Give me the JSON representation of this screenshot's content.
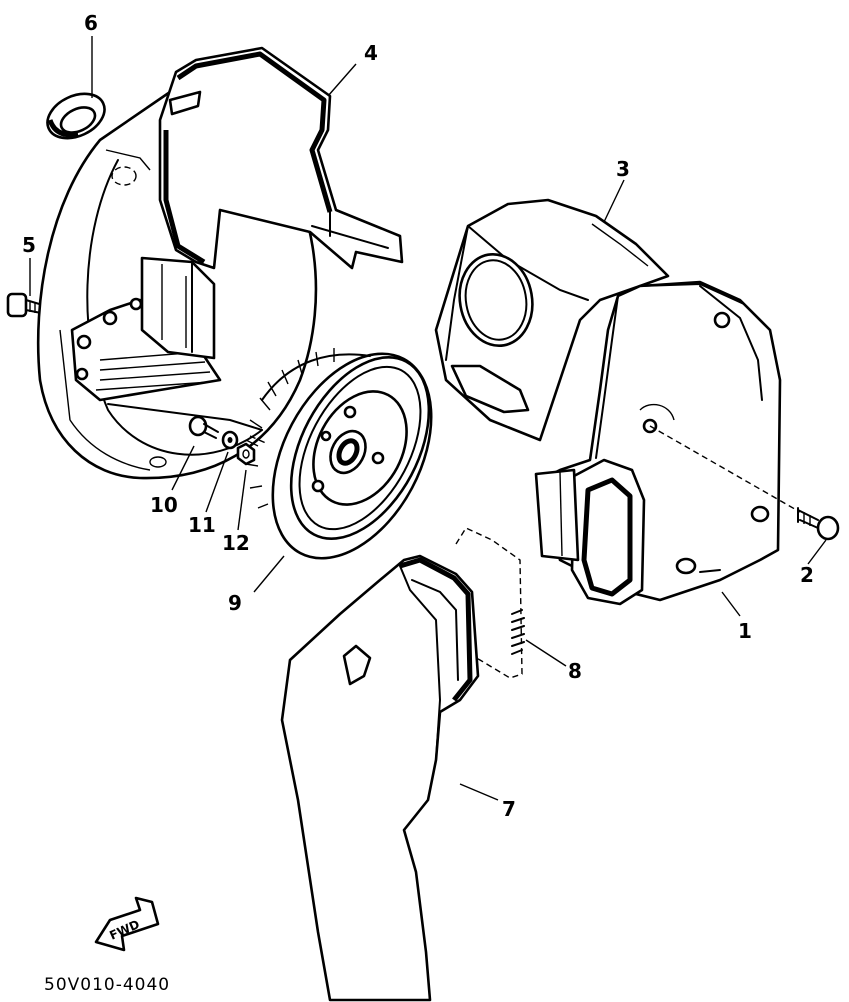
{
  "diagram": {
    "drawing_code": "50V010-4040",
    "fwd_label": "FWD",
    "callouts": [
      "1",
      "2",
      "3",
      "4",
      "5",
      "6",
      "7",
      "8",
      "9",
      "10",
      "11",
      "12"
    ]
  }
}
